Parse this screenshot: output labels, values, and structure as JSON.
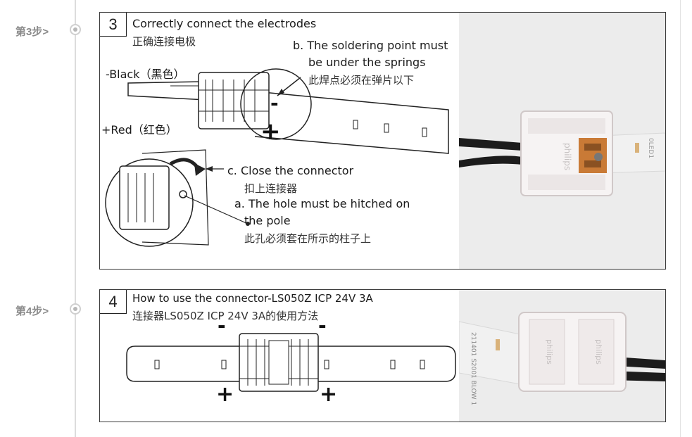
{
  "step3": {
    "label": "第3步>",
    "number": "3",
    "title": "Correctly connect the electrodes",
    "title_cn": "正确连接电极",
    "note_b": "b. The soldering point must",
    "note_b2": "be under the springs",
    "note_b_cn": "此焊点必须在弹片以下",
    "black": "-Black（黑色）",
    "red": "+Red（红色）",
    "note_c": "c. Close the connector",
    "note_c_cn": "扣上连接器",
    "note_a": "a. The hole must be hitched on",
    "note_a2": "the pole",
    "note_a_cn": "此孔必须套在所示的柱子上",
    "minus": "-",
    "plus": "+",
    "photo_brand": "philips",
    "photo_strip_code": "0LED1"
  },
  "step4": {
    "label": "第4步>",
    "number": "4",
    "title": "How to use the connector-LS050Z ICP 24V 3A",
    "title_cn": "连接器LS050Z ICP 24V 3A的使用方法",
    "minus": "-",
    "plus": "+",
    "photo_brand": "philips",
    "photo_strip_code": "211401 S2001 BLOW 1"
  },
  "colors": {
    "connector": "#f4f1f1",
    "wire": "#1a1a1a",
    "pcb": "#e9e9e9",
    "pad": "#c97a36",
    "led": "#d9b27a"
  }
}
